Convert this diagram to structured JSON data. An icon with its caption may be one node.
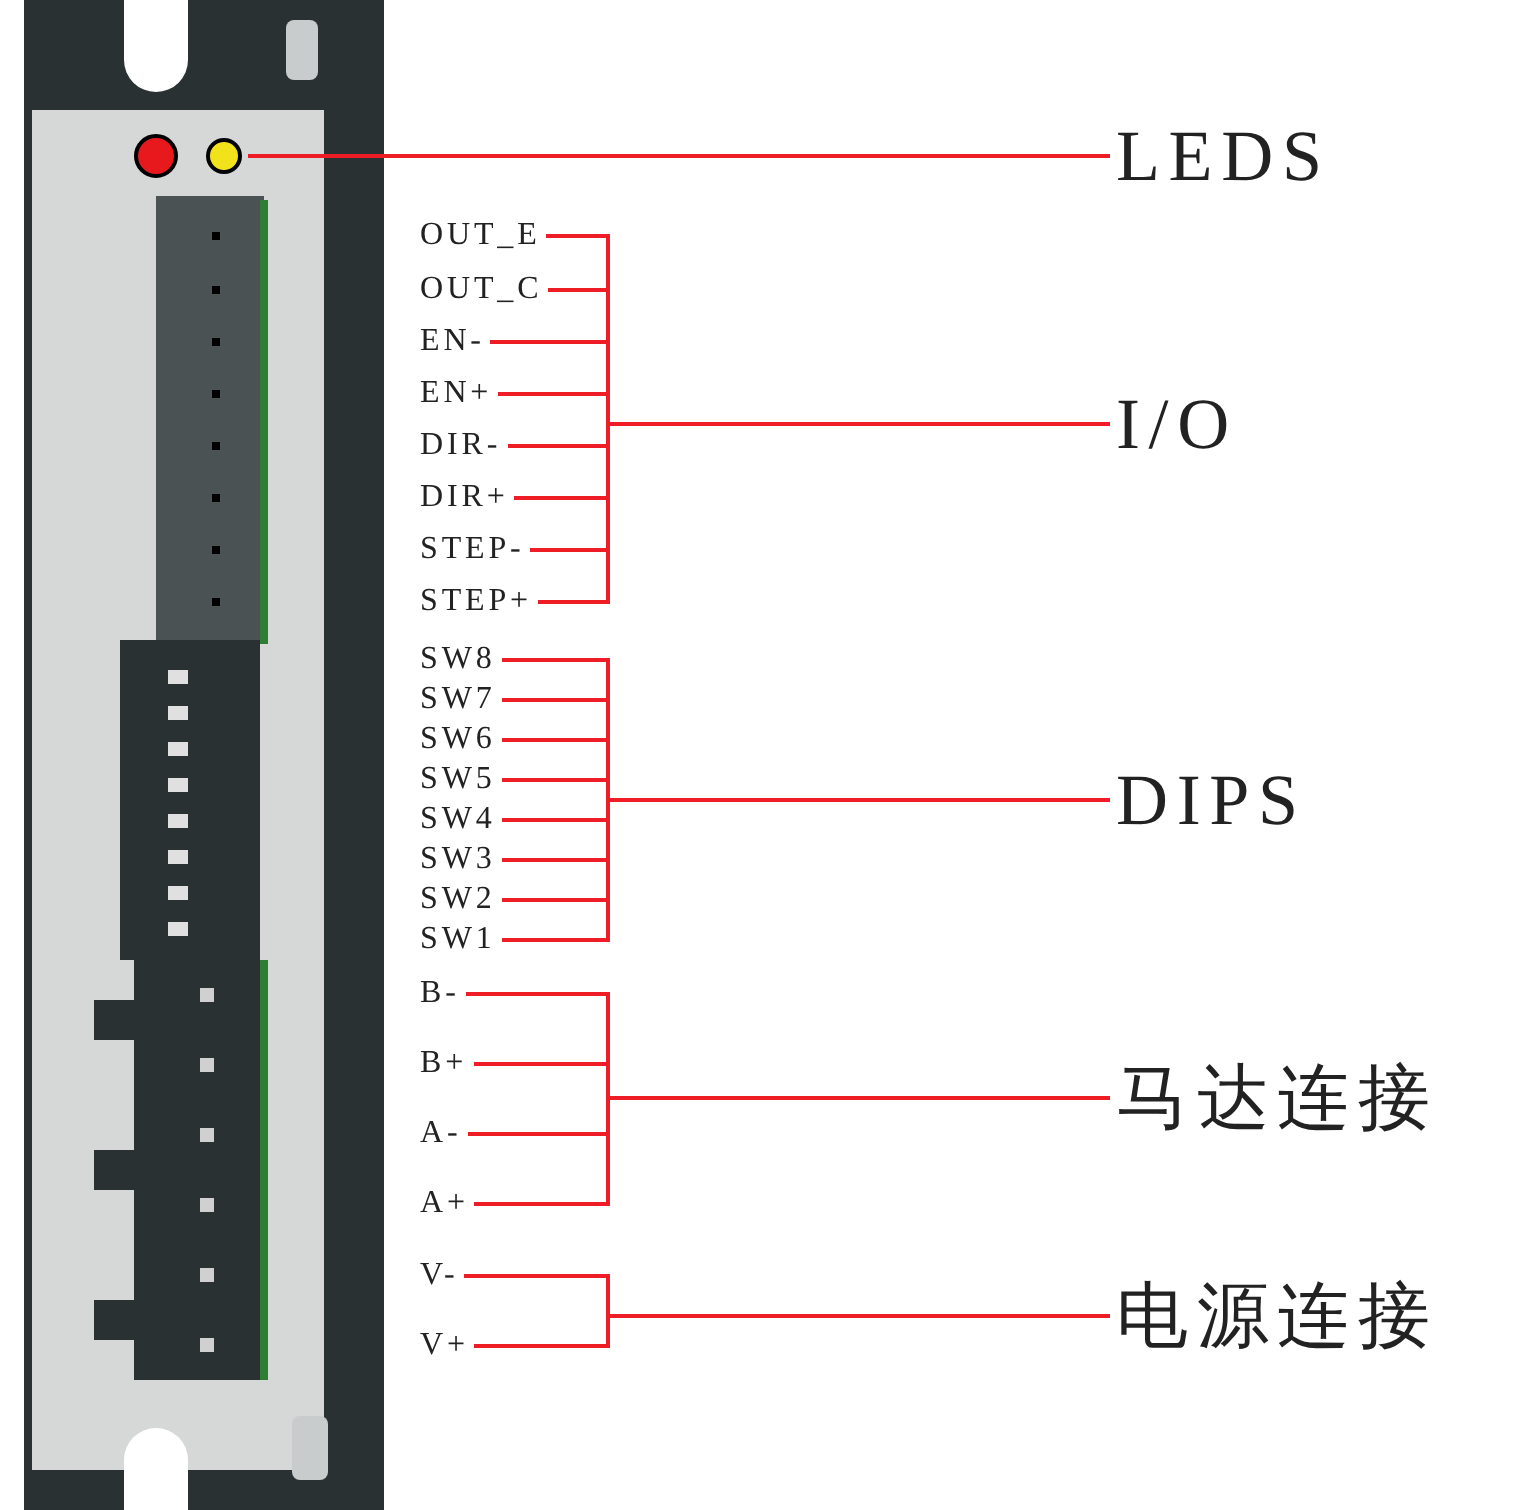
{
  "diagram": {
    "nodes": [
      {
        "text": [],
        "shape": "circle"
      },
      {
        "text": [
          "LEDS"
        ]
      },
      {
        "text": [
          "OUT_E"
        ]
      },
      {
        "text": [
          "OUT_C"
        ]
      },
      {
        "text": [
          "EN-"
        ]
      },
      {
        "text": [
          "EN+"
        ]
      },
      {
        "text": [
          "DIR-"
        ]
      },
      {
        "text": [
          "DIR+"
        ]
      },
      {
        "text": [
          "STEP-"
        ]
      },
      {
        "text": [
          "STEP+"
        ]
      },
      {
        "text": [
          "I/O"
        ]
      },
      {
        "text": [
          "SW8"
        ]
      },
      {
        "text": [
          "SW7"
        ]
      },
      {
        "text": [
          "SW6"
        ]
      },
      {
        "text": [
          "SW5"
        ]
      },
      {
        "text": [
          "SW4"
        ]
      },
      {
        "text": [
          "SW3"
        ]
      },
      {
        "text": [
          "SW2"
        ]
      },
      {
        "text": [
          "SW1"
        ]
      },
      {
        "text": [
          "DIPS"
        ]
      },
      {
        "text": [
          "B-"
        ]
      },
      {
        "text": [
          "B+"
        ]
      },
      {
        "text": [
          "A-"
        ]
      },
      {
        "text": [
          "A+"
        ]
      },
      {
        "text": [
          "马达连接"
        ]
      },
      {
        "text": [
          "V-"
        ]
      },
      {
        "text": [
          "V+"
        ]
      },
      {
        "text": [
          "电源连接"
        ]
      }
    ],
    "edges": [
      {
        "from": 0,
        "to": 1,
        "arrow": "none"
      },
      {
        "from": 2,
        "to": 10,
        "arrow": "none"
      },
      {
        "from": 3,
        "to": 10,
        "arrow": "none"
      },
      {
        "from": 4,
        "to": 10,
        "arrow": "none"
      },
      {
        "from": 5,
        "to": 10,
        "arrow": "none"
      },
      {
        "from": 6,
        "to": 10,
        "arrow": "none"
      },
      {
        "from": 7,
        "to": 10,
        "arrow": "none"
      },
      {
        "from": 8,
        "to": 10,
        "arrow": "none"
      },
      {
        "from": 9,
        "to": 10,
        "arrow": "none"
      },
      {
        "from": 11,
        "to": 19,
        "arrow": "none"
      },
      {
        "from": 12,
        "to": 19,
        "arrow": "none"
      },
      {
        "from": 13,
        "to": 19,
        "arrow": "none"
      },
      {
        "from": 14,
        "to": 19,
        "arrow": "none"
      },
      {
        "from": 15,
        "to": 19,
        "arrow": "none"
      },
      {
        "from": 16,
        "to": 19,
        "arrow": "none"
      },
      {
        "from": 17,
        "to": 19,
        "arrow": "none"
      },
      {
        "from": 18,
        "to": 19,
        "arrow": "none"
      },
      {
        "from": 20,
        "to": 24,
        "arrow": "none"
      },
      {
        "from": 21,
        "to": 24,
        "arrow": "none"
      },
      {
        "from": 22,
        "to": 24,
        "arrow": "none"
      },
      {
        "from": 23,
        "to": 24,
        "arrow": "none"
      },
      {
        "from": 25,
        "to": 27,
        "arrow": "none"
      },
      {
        "from": 26,
        "to": 27,
        "arrow": "none"
      }
    ]
  }
}
